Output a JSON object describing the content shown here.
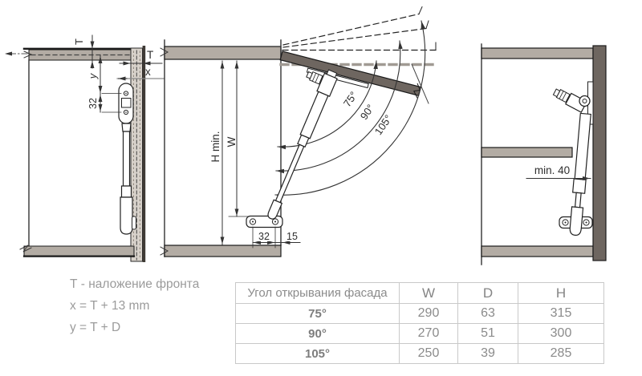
{
  "colors": {
    "panel": "#b3aca4",
    "front_light": "#d8d2cb",
    "front_dark": "#6e6660",
    "edge_dark": "#3f3a35",
    "line": "#333333",
    "gray_text": "#9b9b9b",
    "table_border": "#c9c9c9"
  },
  "legend": {
    "line1": "Т - наложение фронта",
    "line2": "x = T + 13 mm",
    "line3": "y = T + D"
  },
  "diagrams": {
    "left": {
      "dim_t_top": "T",
      "dim_t_right": "T",
      "dim_x": "x",
      "dim_y": "y",
      "dim_32": "32"
    },
    "middle": {
      "dim_h": "H min.",
      "dim_w": "W",
      "angle75": "75°",
      "angle90": "90°",
      "angle105": "105°",
      "dim_32": "32",
      "dim_15": "15"
    },
    "right": {
      "dim_min40": "min. 40"
    }
  },
  "table": {
    "header": {
      "angle": "Угол открывания фасада",
      "w": "W",
      "d": "D",
      "h": "H"
    },
    "rows": [
      {
        "angle": "75°",
        "w": "290",
        "d": "63",
        "h": "315"
      },
      {
        "angle": "90°",
        "w": "270",
        "d": "51",
        "h": "300"
      },
      {
        "angle": "105°",
        "w": "250",
        "d": "39",
        "h": "285"
      }
    ]
  }
}
